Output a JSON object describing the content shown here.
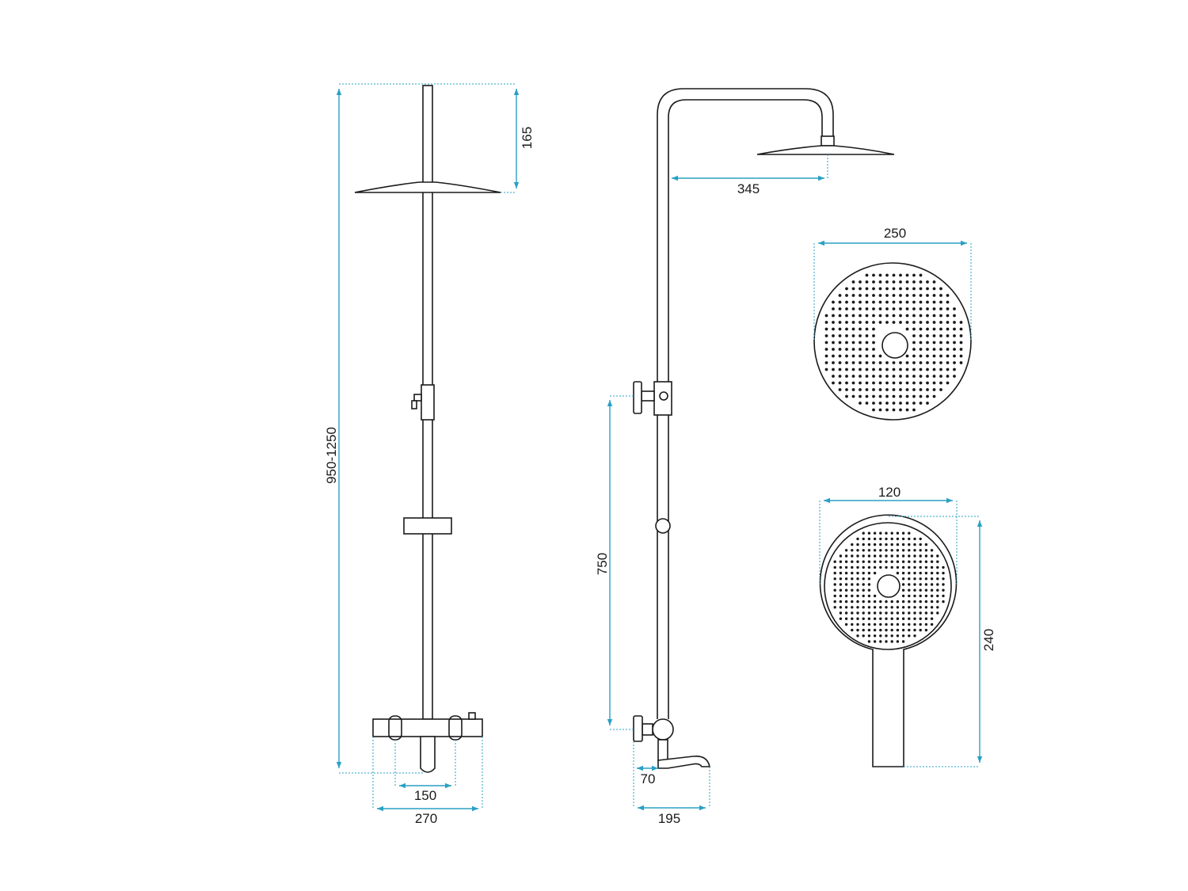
{
  "colors": {
    "line": "#1a1a1a",
    "dimension": "#2aa0c4",
    "background": "#ffffff"
  },
  "dimensions": {
    "overall_height": "950-1250",
    "head_height": "165",
    "valve_width": "270",
    "valve_spacing": "150",
    "arm_reach": "345",
    "diverter_height": "750",
    "spout_offset": "70",
    "spout_reach": "195",
    "head_diameter": "250",
    "hand_width": "120",
    "hand_length": "240"
  }
}
